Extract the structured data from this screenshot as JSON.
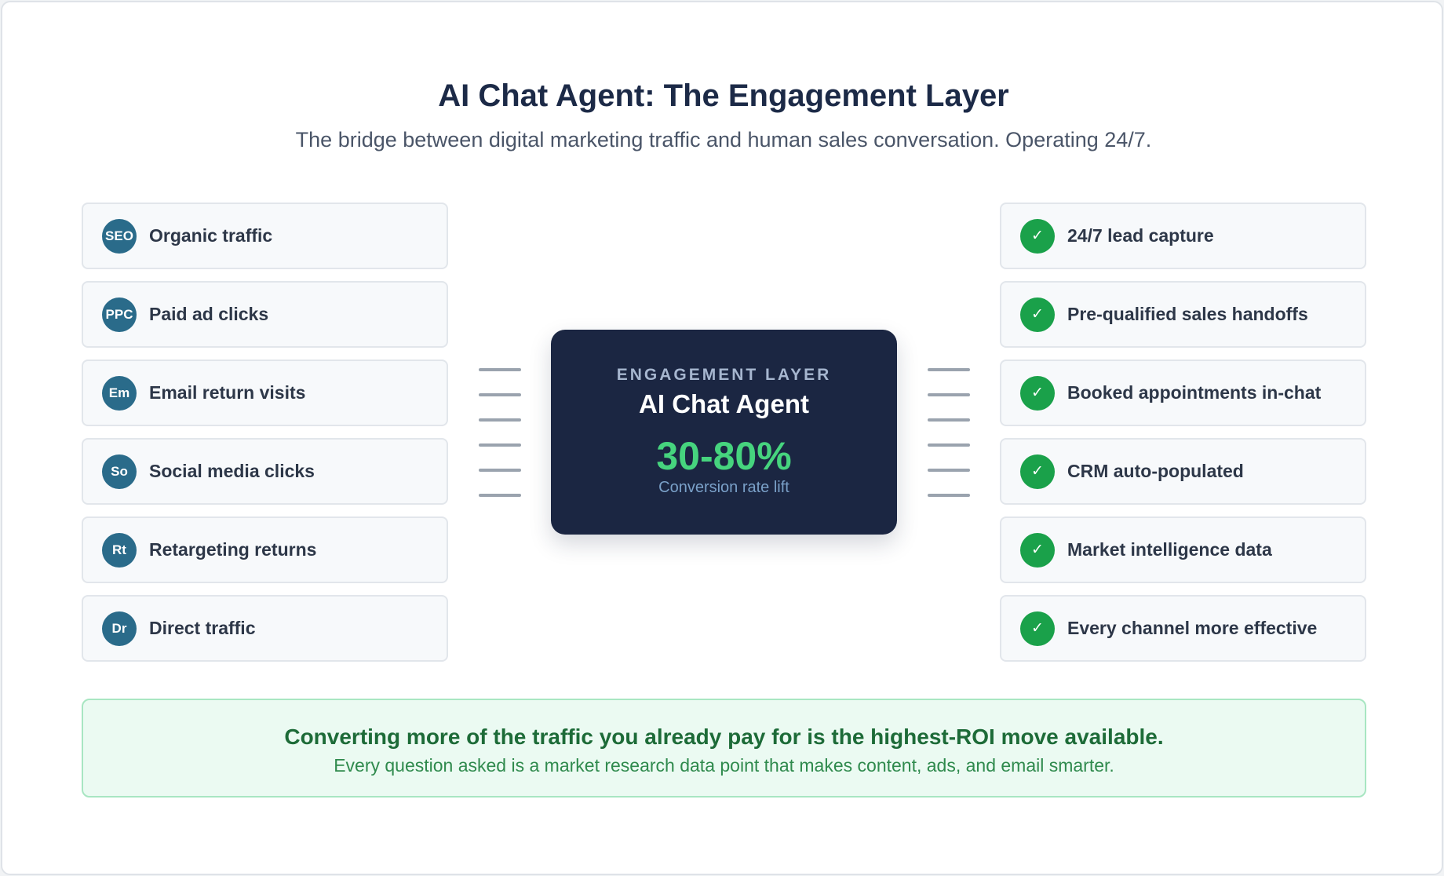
{
  "header": {
    "title": "AI Chat Agent: The Engagement Layer",
    "subtitle": "The bridge between digital marketing traffic and human sales conversation. Operating 24/7."
  },
  "sources": [
    {
      "badge": "SEO",
      "label": "Organic traffic"
    },
    {
      "badge": "PPC",
      "label": "Paid ad clicks"
    },
    {
      "badge": "Em",
      "label": "Email return visits"
    },
    {
      "badge": "So",
      "label": "Social media clicks"
    },
    {
      "badge": "Rt",
      "label": "Retargeting returns"
    },
    {
      "badge": "Dr",
      "label": "Direct traffic"
    }
  ],
  "outcomes": [
    {
      "badge": "✓",
      "label": "24/7 lead capture"
    },
    {
      "badge": "✓",
      "label": "Pre-qualified sales handoffs"
    },
    {
      "badge": "✓",
      "label": "Booked appointments in-chat"
    },
    {
      "badge": "✓",
      "label": "CRM auto-populated"
    },
    {
      "badge": "✓",
      "label": "Market intelligence data"
    },
    {
      "badge": "✓",
      "label": "Every channel more effective"
    }
  ],
  "center": {
    "eyebrow": "ENGAGEMENT LAYER",
    "title": "AI Chat Agent",
    "stat": "30-80%",
    "caption": "Conversion rate lift"
  },
  "callout": {
    "headline": "Converting more of the traffic you already pay for is the highest-ROI move available.",
    "subtext": "Every question asked is a market research data point that makes content, ads, and email smarter."
  },
  "colors": {
    "navy": "#1b2642",
    "accent_green": "#46d47e",
    "source_badge": "#2a6b8a",
    "check_badge": "#1aa14a"
  }
}
